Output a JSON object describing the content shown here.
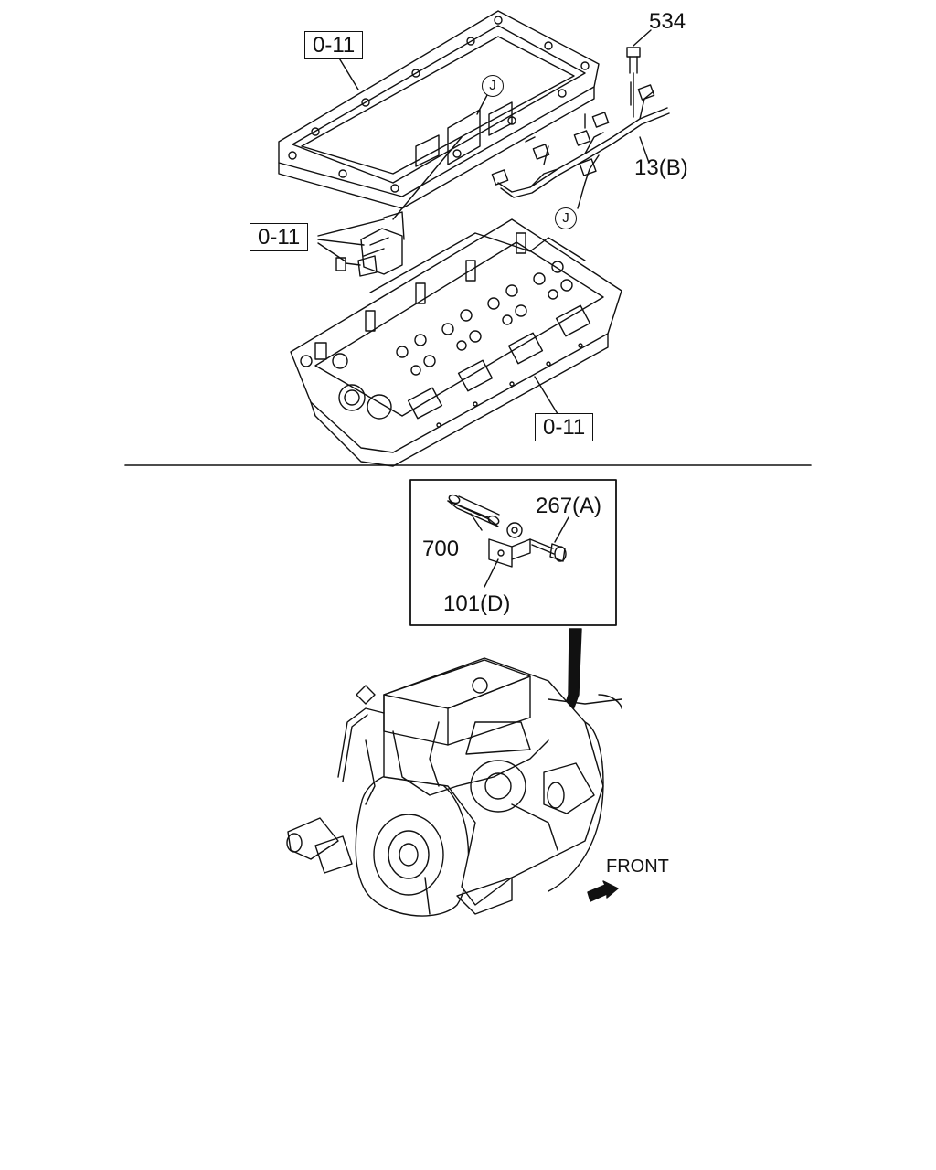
{
  "labels": {
    "ref_cover": "0-11",
    "ref_sensor": "0-11",
    "ref_head": "0-11",
    "part_534": "534",
    "part_13b": "13(B)",
    "circle_j_top": "J",
    "circle_j_bottom": "J",
    "part_267a": "267(A)",
    "part_700": "700",
    "part_101d": "101(D)",
    "front": "FRONT"
  },
  "icons": {
    "front_arrow": "arrow-right-icon"
  }
}
